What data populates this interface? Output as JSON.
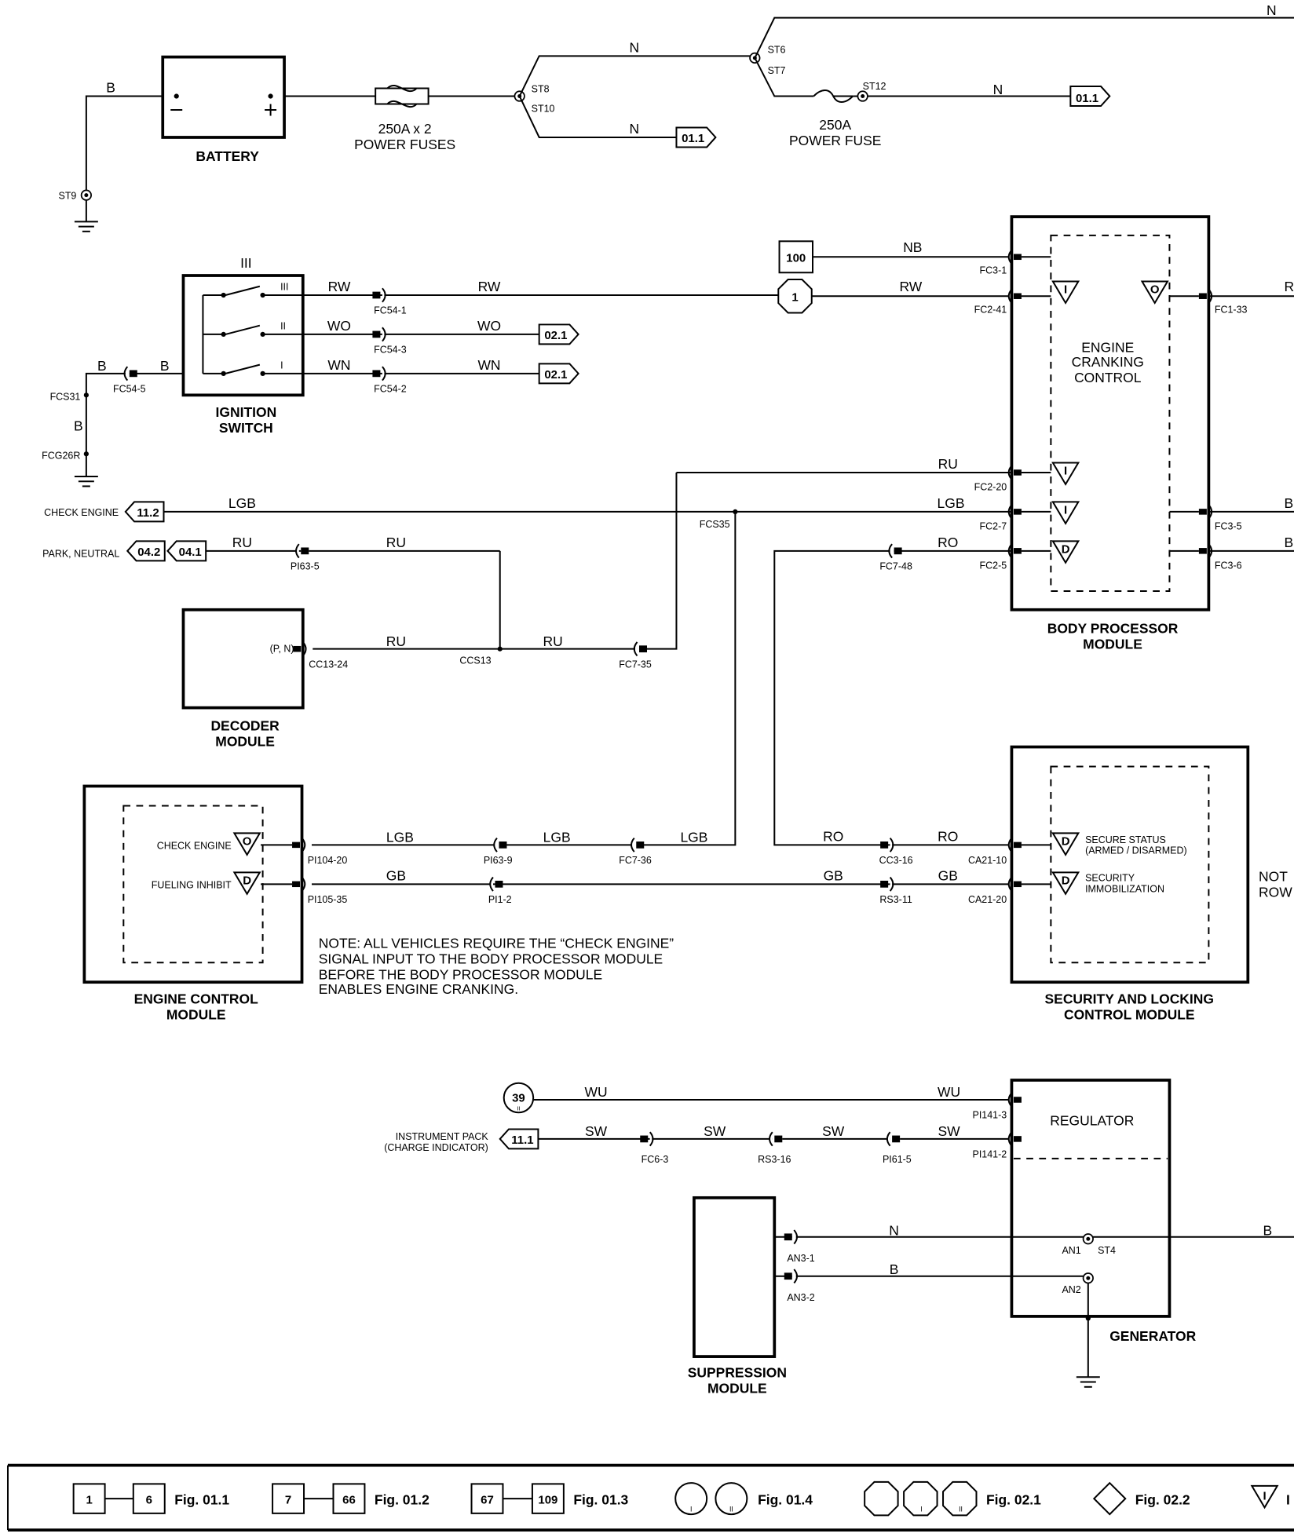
{
  "power": {
    "battery": "BATTERY",
    "battery_b": "B",
    "st9": "ST9",
    "fuses_rating": "250A x 2",
    "fuses_label": "POWER FUSES",
    "st8": "ST8",
    "st10": "ST10",
    "n_upper": "N",
    "n_lower": "N",
    "ref_lower": "01.1",
    "st6": "ST6",
    "st7": "ST7",
    "n_top": "N",
    "st12": "ST12",
    "n_fuse": "N",
    "ref_fuse": "01.1",
    "fuse_rating": "250A",
    "fuse_label": "POWER FUSE"
  },
  "ignition": {
    "pos_top": "III",
    "pos_3": "III",
    "pos_2": "II",
    "pos_1": "I",
    "label_1": "IGNITION",
    "label_2": "SWITCH",
    "rw1": "RW",
    "rw2": "RW",
    "rw3": "RW",
    "wo1": "WO",
    "wo2": "WO",
    "wn1": "WN",
    "wn2": "WN",
    "fc54_1": "FC54-1",
    "fc54_3": "FC54-3",
    "fc54_2": "FC54-2",
    "fc54_5": "FC54-5",
    "ref_wo": "02.1",
    "ref_wn": "02.1",
    "splice_ref": "1",
    "b1": "B",
    "b2": "B",
    "b3": "B",
    "fcs31": "FCS31",
    "fcg26r": "FCG26R"
  },
  "bpm": {
    "ref_100": "100",
    "nb": "NB",
    "fc3_1": "FC3-1",
    "fc2_41": "FC2-41",
    "fc2_20": "FC2-20",
    "fc2_7": "FC2-7",
    "fc2_5": "FC2-5",
    "fc1_33": "FC1-33",
    "fc3_5": "FC3-5",
    "fc3_6": "FC3-6",
    "r_out": "R",
    "b_out1": "B",
    "b_out2": "B",
    "tri_i1": "I",
    "tri_o": "O",
    "tri_i2": "I",
    "tri_i3": "I",
    "tri_d": "D",
    "inner_1": "ENGINE",
    "inner_2": "CRANKING",
    "inner_3": "CONTROL",
    "label_1": "BODY PROCESSOR",
    "label_2": "MODULE"
  },
  "signals": {
    "check_engine": "CHECK ENGINE",
    "ref_check": "11.2",
    "lgb1": "LGB",
    "lgb2": "LGB",
    "fcs35": "FCS35",
    "park_neutral": "PARK, NEUTRAL",
    "ref_pn1": "04.2",
    "ref_pn2": "04.1",
    "ru1": "RU",
    "ru2": "RU",
    "ru3": "RU",
    "ru4": "RU",
    "ru5": "RU",
    "pi63_5": "PI63-5",
    "ro1": "RO",
    "ro2": "RO",
    "ro3": "RO",
    "fc7_48": "FC7-48",
    "fc7_35": "FC7-35",
    "ccs13": "CCS13",
    "cc13_24": "CC13-24",
    "pn": "(P, N)",
    "decoder_1": "DECODER",
    "decoder_2": "MODULE"
  },
  "ecm": {
    "check_engine": "CHECK ENGINE",
    "fueling_inhibit": "FUELING INHIBIT",
    "tri_o": "O",
    "tri_d": "D",
    "pi104_20": "PI104-20",
    "pi105_35": "PI105-35",
    "pi63_9": "PI63-9",
    "fc7_36": "FC7-36",
    "pi1_2": "PI1-2",
    "rs3_11": "RS3-11",
    "cc3_16": "CC3-16",
    "ca21_10": "CA21-10",
    "ca21_20": "CA21-20",
    "lgb1": "LGB",
    "lgb2": "LGB",
    "lgb3": "LGB",
    "gb1": "GB",
    "gb2": "GB",
    "gb3": "GB",
    "label_1": "ENGINE CONTROL",
    "label_2": "MODULE",
    "note": [
      "NOTE: ALL VEHICLES REQUIRE THE “CHECK ENGINE”",
      "SIGNAL INPUT TO THE BODY PROCESSOR MODULE",
      "BEFORE THE BODY PROCESSOR MODULE",
      "ENABLES ENGINE CRANKING."
    ]
  },
  "security": {
    "tri_1": "D",
    "tri_2": "D",
    "secure_1": "SECURE STATUS",
    "secure_2": "(ARMED / DISARMED)",
    "immob_1": "SECURITY",
    "immob_2": "IMMOBILIZATION",
    "label_1": "SECURITY AND LOCKING",
    "label_2": "CONTROL MODULE",
    "side_1": "NOT",
    "side_2": "ROW"
  },
  "charging": {
    "ref_39": "39",
    "ref_39_sub": "II",
    "wu1": "WU",
    "wu2": "WU",
    "instrument_1": "INSTRUMENT PACK",
    "instrument_2": "(CHARGE INDICATOR)",
    "ref_11_1": "11.1",
    "sw1": "SW",
    "sw2": "SW",
    "sw3": "SW",
    "sw4": "SW",
    "fc6_3": "FC6-3",
    "rs3_16": "RS3-16",
    "pi61_5": "PI61-5",
    "pi141_3": "PI141-3",
    "pi141_2": "PI141-2",
    "regulator": "REGULATOR",
    "generator": "GENERATOR",
    "n": "N",
    "b": "B",
    "b_out": "B",
    "an1": "AN1",
    "st4": "ST4",
    "an2": "AN2",
    "an3_1": "AN3-1",
    "an3_2": "AN3-2",
    "suppression_1": "SUPPRESSION",
    "suppression_2": "MODULE"
  },
  "legend": {
    "a1": "1",
    "a2": "6",
    "a_fig": "Fig. 01.1",
    "b1": "7",
    "b2": "66",
    "b_fig": "Fig. 01.2",
    "c1": "67",
    "c2": "109",
    "c_fig": "Fig. 01.3",
    "c_sub1": "I",
    "c_sub2": "II",
    "d_fig": "Fig. 01.4",
    "o_sub1": "I",
    "o_sub2": "II",
    "e_fig": "Fig. 02.1",
    "f_fig": "Fig. 02.2",
    "g_tri": "I",
    "g_fig": "I"
  }
}
